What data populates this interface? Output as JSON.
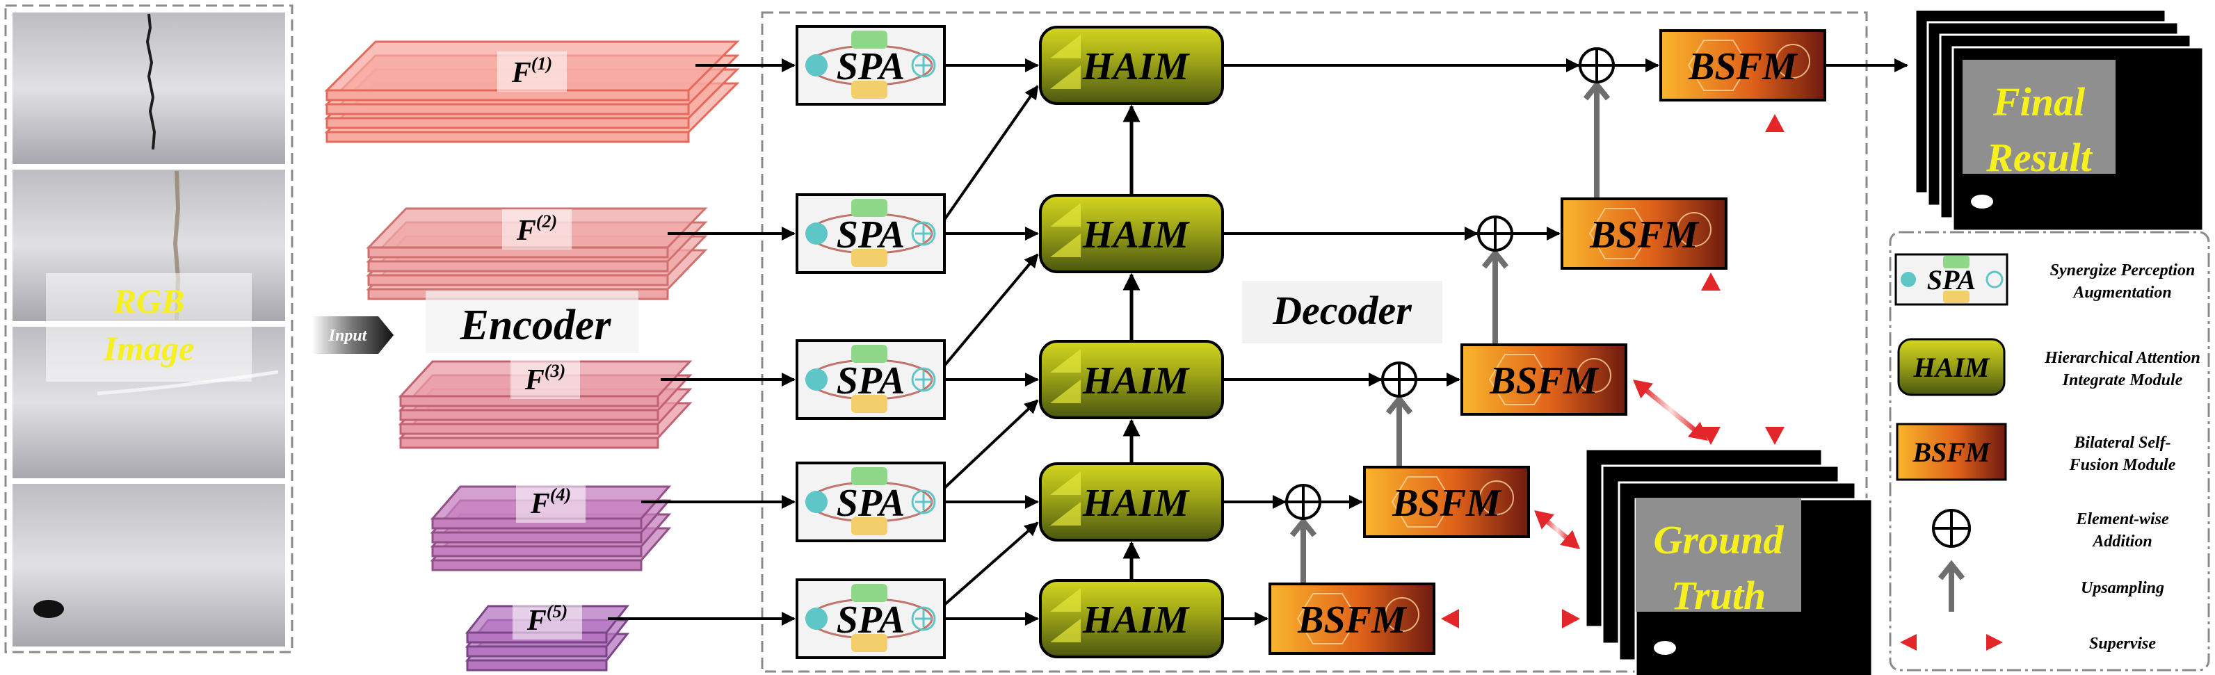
{
  "input_panel": {
    "title_line1": "RGB",
    "title_line2": "Image",
    "arrow_label": "Input"
  },
  "encoder": {
    "label": "Encoder",
    "features": [
      {
        "symbol": "F",
        "sup": "(1)"
      },
      {
        "symbol": "F",
        "sup": "(2)"
      },
      {
        "symbol": "F",
        "sup": "(3)"
      },
      {
        "symbol": "F",
        "sup": "(4)"
      },
      {
        "symbol": "F",
        "sup": "(5)"
      }
    ]
  },
  "decoder": {
    "label": "Decoder",
    "spa_label": "SPA",
    "haim_label": "HAIM",
    "bsfm_label": "BSFM"
  },
  "final_result": {
    "line1": "Final",
    "line2": "Result"
  },
  "ground_truth": {
    "line1": "Ground",
    "line2": "Truth"
  },
  "legend": [
    {
      "icon": "spa",
      "icon_text": "SPA",
      "line1": "Synergize Perception",
      "line2": "Augmentation"
    },
    {
      "icon": "haim",
      "icon_text": "HAIM",
      "line1": "Hierarchical Attention",
      "line2": "Integrate Module"
    },
    {
      "icon": "bsfm",
      "icon_text": "BSFM",
      "line1": "Bilateral Self-",
      "line2": "Fusion Module"
    },
    {
      "icon": "add",
      "icon_text": "",
      "line1": "Element-wise",
      "line2": "Addition"
    },
    {
      "icon": "up",
      "icon_text": "",
      "line1": "Upsampling",
      "line2": ""
    },
    {
      "icon": "sup",
      "icon_text": "",
      "line1": "Supervise",
      "line2": ""
    }
  ],
  "colors": {
    "label_yellow": "#f5f01e",
    "haim_top": "#c9cc1c",
    "haim_bottom": "#4c5a10",
    "bsfm_left": "#f7b02a",
    "bsfm_right": "#7a1c10",
    "supervise_red": "#e3262a",
    "spa_teal": "#5fc6c8",
    "spa_green": "#8fd88a",
    "spa_yellow": "#f2cf6a"
  }
}
